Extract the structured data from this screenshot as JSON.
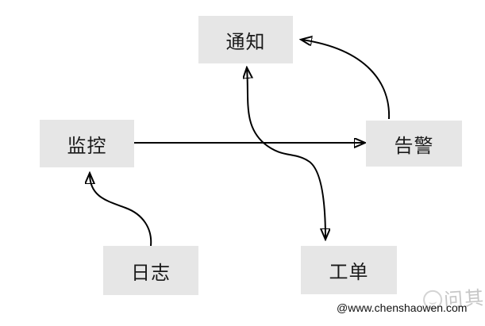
{
  "diagram": {
    "nodes": [
      {
        "id": "notify",
        "label": "通知"
      },
      {
        "id": "monitor",
        "label": "监控"
      },
      {
        "id": "alert",
        "label": "告警"
      },
      {
        "id": "log",
        "label": "日志"
      },
      {
        "id": "ticket",
        "label": "工单"
      }
    ],
    "edges": [
      {
        "from": "monitor",
        "to": "alert",
        "shape": "straight-horizontal",
        "arrowheads": "end"
      },
      {
        "from": "log",
        "to": "monitor",
        "shape": "s-curve",
        "arrowheads": "end"
      },
      {
        "from": "alert",
        "to": "notify",
        "shape": "arc",
        "arrowheads": "end"
      },
      {
        "endpoints": [
          "notify",
          "ticket"
        ],
        "shape": "s-curve-crossing-line",
        "arrowheads": "both"
      }
    ]
  },
  "watermark": {
    "site": "@www.chenshaowen.com",
    "logo_text": "问其"
  },
  "colors": {
    "background": "#ffffff",
    "node_fill": "#e6e6e6",
    "node_text": "#1a1a1a",
    "edge_stroke": "#000000",
    "watermark_text": "#111111",
    "watermark_logo": "#c6c6c6"
  }
}
